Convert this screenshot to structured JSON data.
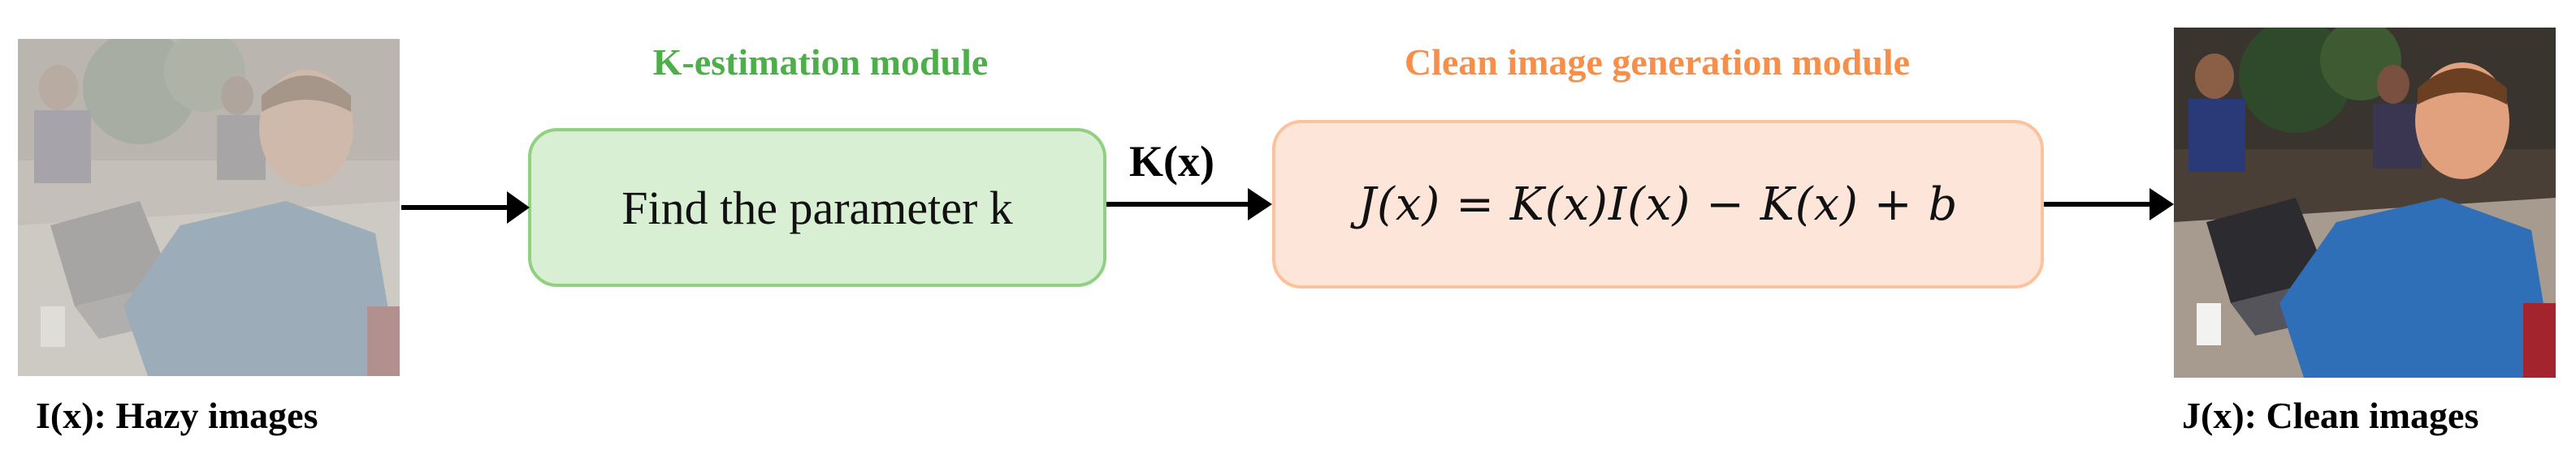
{
  "inputs": {
    "hazy_caption": "I(x): Hazy images",
    "clean_caption": "J(x): Clean images"
  },
  "modules": {
    "k_estimation": {
      "title": "K-estimation module",
      "text": "Find the parameter k",
      "color": "#4daf4a",
      "fill": "#d9efd4",
      "border": "#8fd180"
    },
    "clean_generation": {
      "title": "Clean image generation module",
      "formula": "J(x) = K(x)I(x) − K(x) + b",
      "color": "#f78f4a",
      "fill": "#fde6d9",
      "border": "#fbc39c"
    }
  },
  "edges": {
    "k_label": "K(x)"
  },
  "icons": {
    "hazy_photo": "hazy-office-photo",
    "clean_photo": "clean-office-photo",
    "arrow": "right-arrow-icon"
  }
}
